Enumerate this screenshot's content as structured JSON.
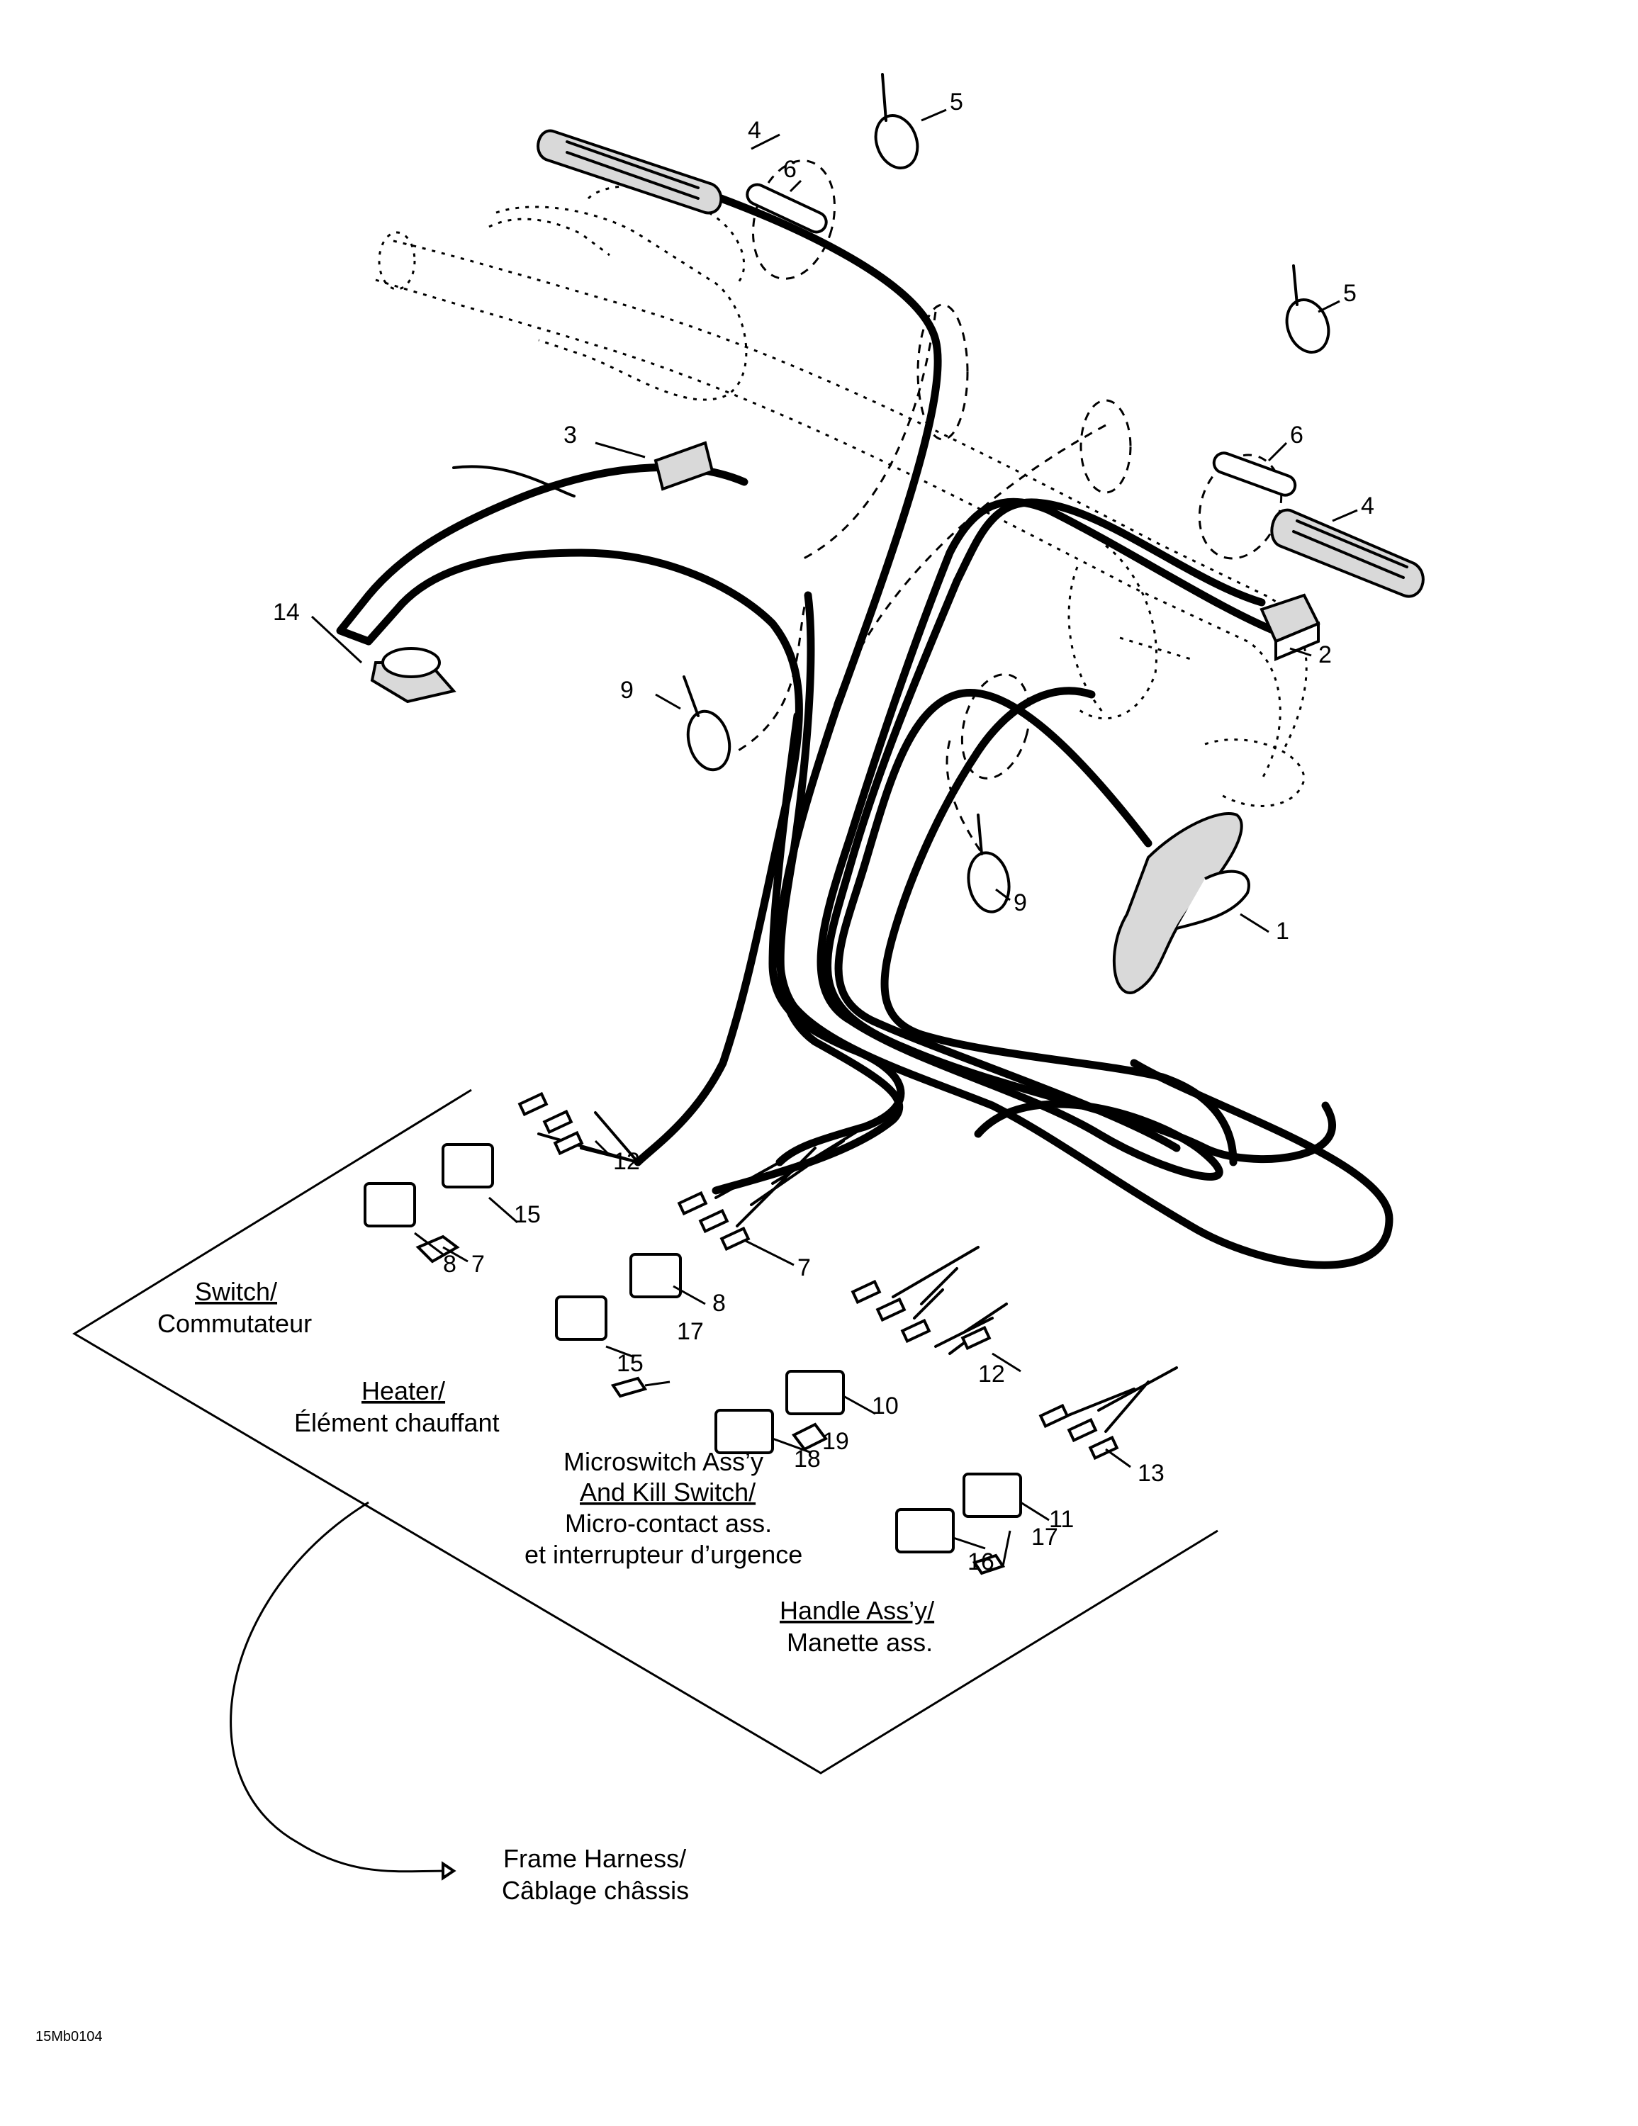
{
  "callouts": {
    "c1": "1",
    "c2": "2",
    "c3": "3",
    "c4a": "4",
    "c4b": "4",
    "c5a": "5",
    "c5b": "5",
    "c6a": "6",
    "c6b": "6",
    "c7a": "7",
    "c7b": "7",
    "c8a": "8",
    "c8b": "8",
    "c9a": "9",
    "c9b": "9",
    "c10": "10",
    "c11": "11",
    "c12a": "12",
    "c12b": "12",
    "c13": "13",
    "c14": "14",
    "c15a": "15",
    "c15b": "15",
    "c16": "16",
    "c17a": "17",
    "c17b": "17",
    "c18": "18",
    "c19": "19"
  },
  "labels": {
    "switch_en": "Switch/",
    "switch_fr": "Commutateur",
    "heater_en": "Heater/",
    "heater_fr": "Élément chauffant",
    "micro_en1": "Microswitch Ass’y",
    "micro_en2": "And Kill Switch/",
    "micro_fr1": "Micro-contact ass.",
    "micro_fr2": "et interrupteur d’urgence",
    "handle_en": "Handle Ass’y/",
    "handle_fr": "Manette ass.",
    "frame_en": "Frame Harness/",
    "frame_fr": "Câblage châssis"
  },
  "figure_code": "15Mb0104"
}
